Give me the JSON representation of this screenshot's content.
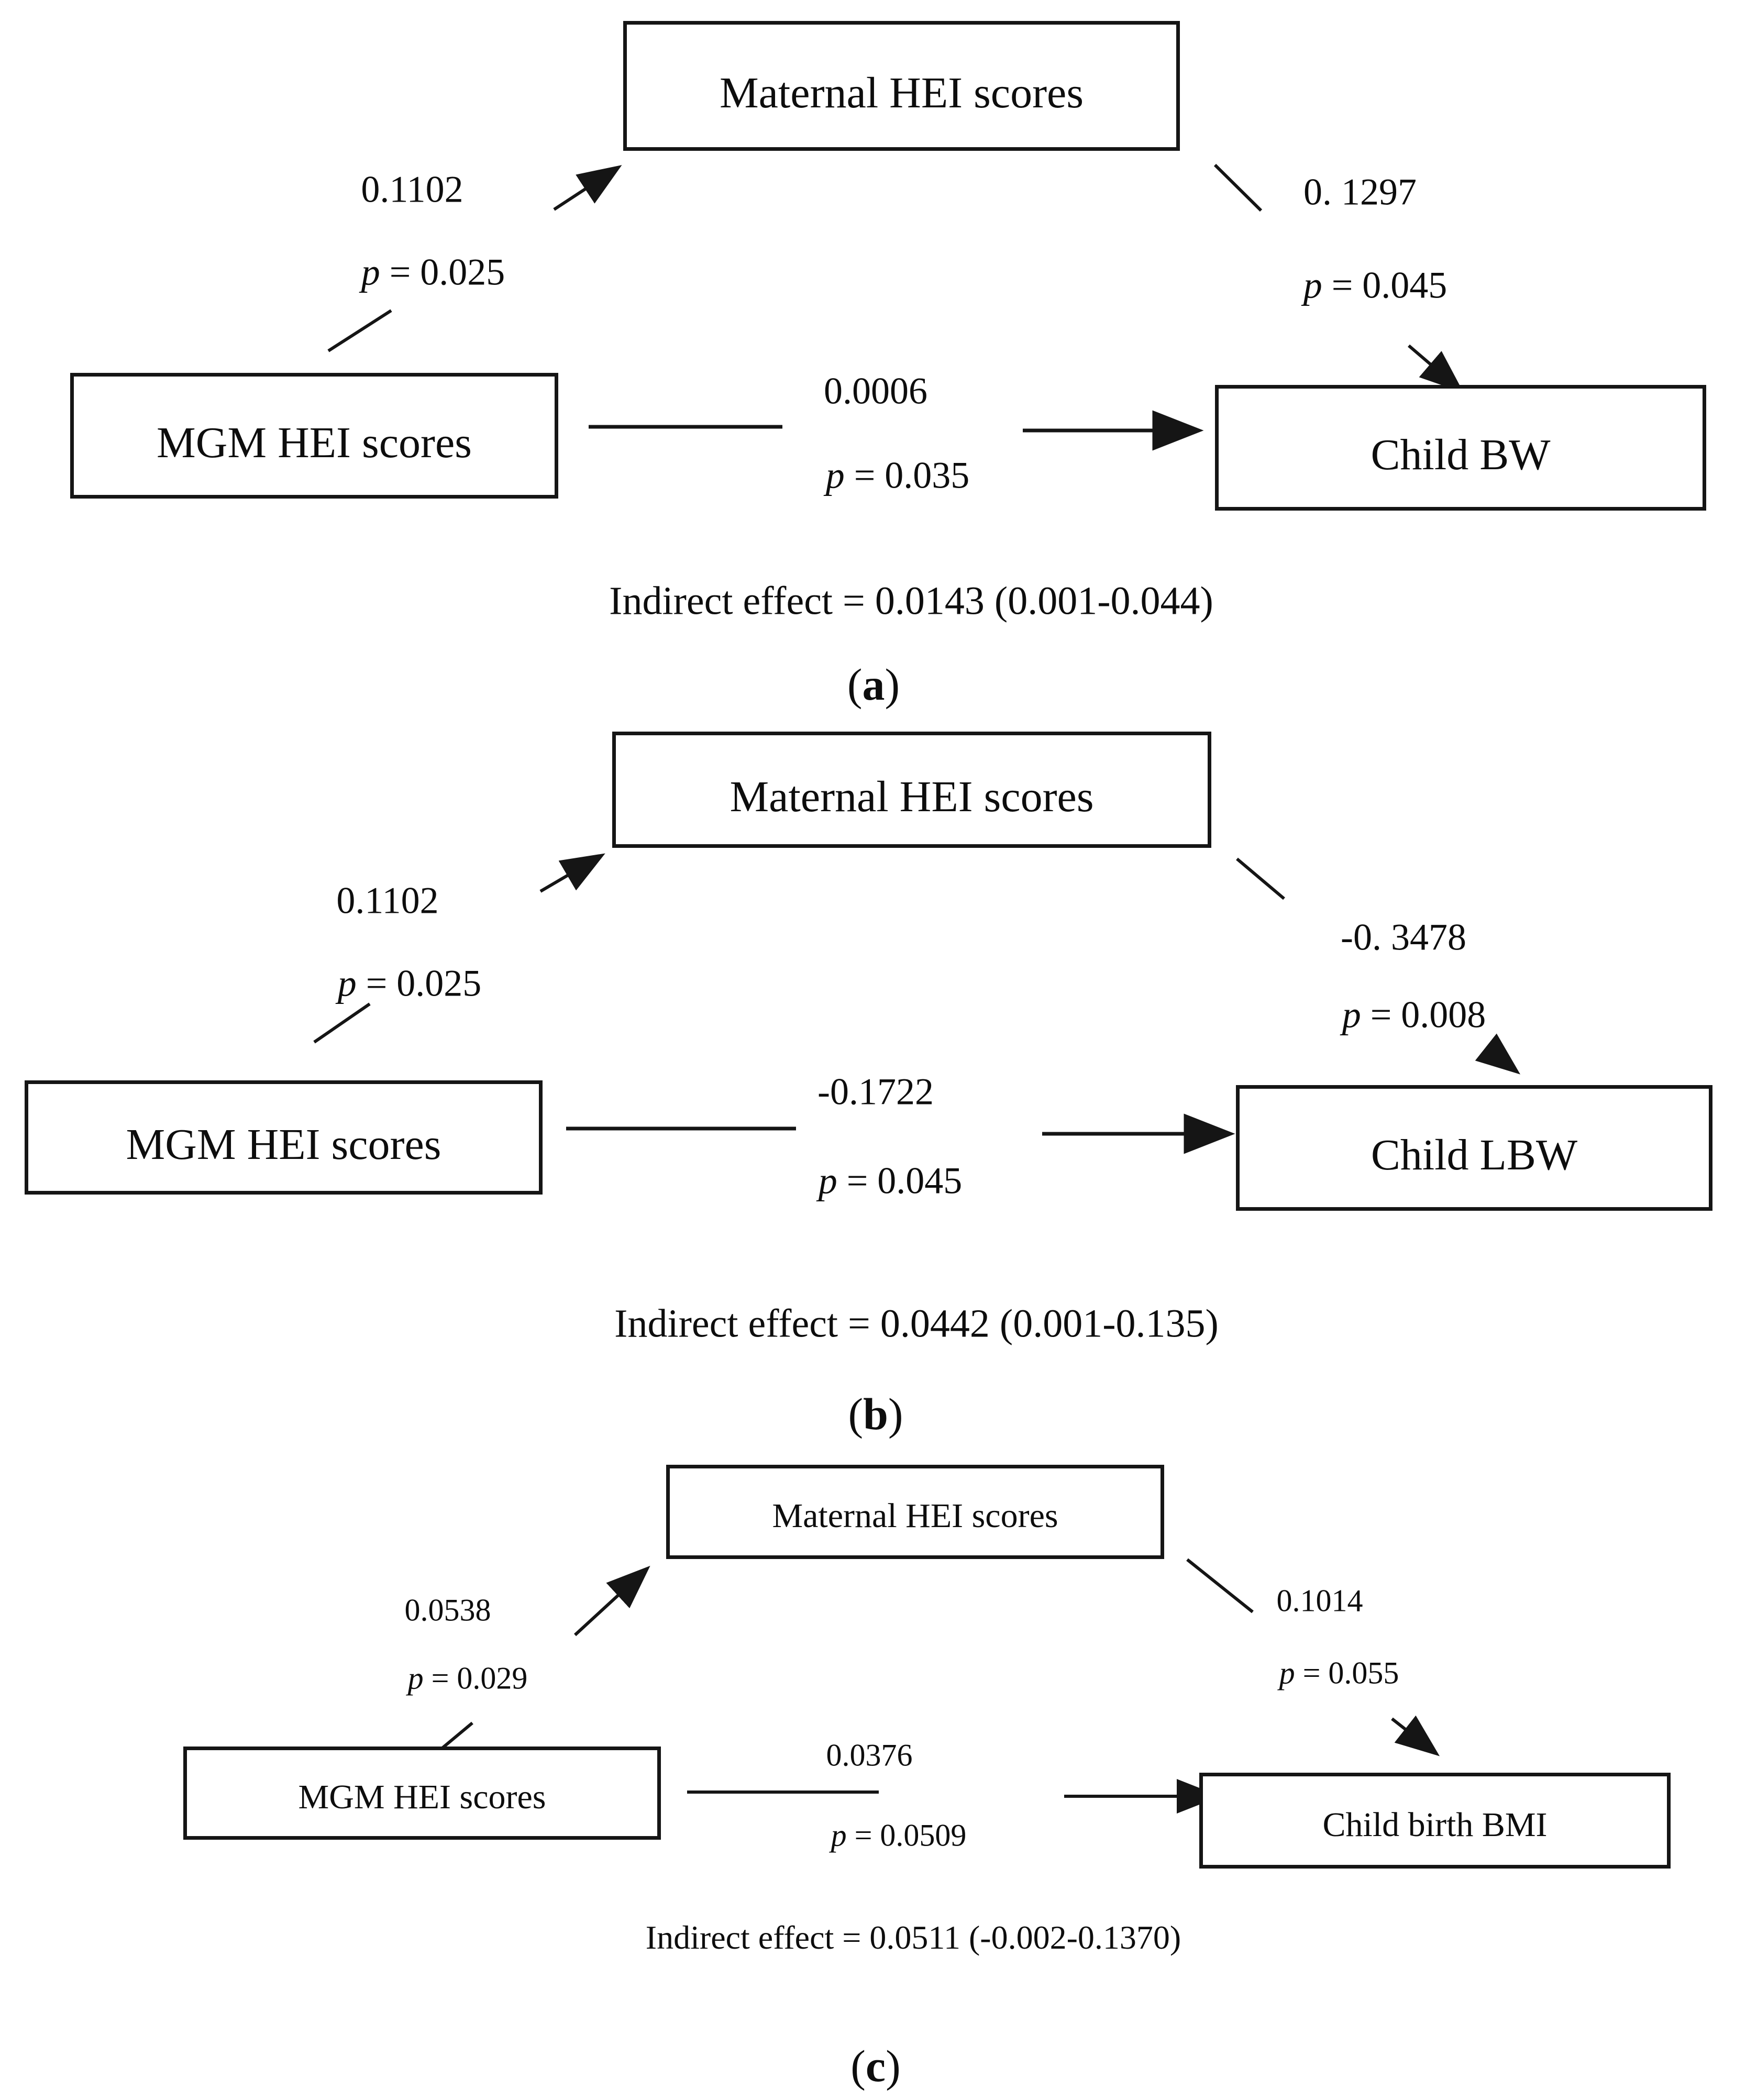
{
  "figure": {
    "background_color": "#ffffff",
    "text_color": "#0d0d0d",
    "line_color": "#151515"
  },
  "panels": [
    {
      "letter": "a",
      "paren_open": "(",
      "paren_close": ")",
      "mediator_label": "Maternal HEI scores",
      "predictor_label": "MGM HEI scores",
      "outcome_label": "Child BW",
      "path_a": {
        "coef": "0.1102",
        "p_symbol": "p",
        "p_rest": "= 0.025"
      },
      "path_b": {
        "coef": "0. 1297",
        "p_symbol": "p",
        "p_rest": "= 0.045"
      },
      "path_c": {
        "coef": "0.0006",
        "p_symbol": "p",
        "p_rest": "= 0.035"
      },
      "indirect_effect": "Indirect effect = 0.0143 (0.001-0.044)"
    },
    {
      "letter": "b",
      "paren_open": "(",
      "paren_close": ")",
      "mediator_label": "Maternal HEI scores",
      "predictor_label": "MGM HEI scores",
      "outcome_label": "Child LBW",
      "path_a": {
        "coef": "0.1102",
        "p_symbol": "p",
        "p_rest": "= 0.025"
      },
      "path_b": {
        "coef": "-0. 3478",
        "p_symbol": "p",
        "p_rest": "= 0.008"
      },
      "path_c": {
        "coef": "-0.1722",
        "p_symbol": "p",
        "p_rest": "= 0.045"
      },
      "indirect_effect": "Indirect effect = 0.0442 (0.001-0.135)"
    },
    {
      "letter": "c",
      "paren_open": "(",
      "paren_close": ")",
      "mediator_label": "Maternal HEI scores",
      "predictor_label": "MGM HEI scores",
      "outcome_label": "Child birth BMI",
      "path_a": {
        "coef": "0.0538",
        "p_symbol": "p",
        "p_rest": "= 0.029"
      },
      "path_b": {
        "coef": "0.1014",
        "p_symbol": "p",
        "p_rest": "= 0.055"
      },
      "path_c": {
        "coef": "0.0376",
        "p_symbol": "p",
        "p_rest": "= 0.0509"
      },
      "indirect_effect": "Indirect effect = 0.0511 (-0.002-0.1370)"
    }
  ]
}
